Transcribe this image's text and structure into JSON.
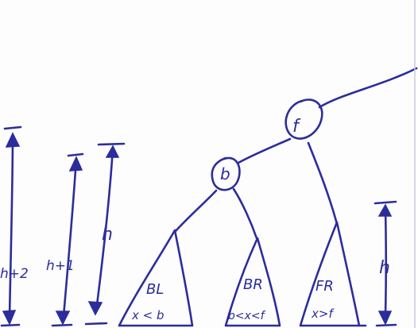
{
  "nodes": {
    "root": "f",
    "left": "b"
  },
  "subtrees": {
    "bl": {
      "name": "BL",
      "condition": "x < b"
    },
    "br": {
      "name": "BR",
      "condition": "b<x<f"
    },
    "fr": {
      "name": "FR",
      "condition": "x>f"
    }
  },
  "heights": {
    "h_plus_2": "h+2",
    "h_plus_1": "h+1",
    "h_left": "h",
    "h_right": "h"
  },
  "colors": {
    "ink": "#2b2d9c",
    "paper": "#fdfdfe"
  }
}
